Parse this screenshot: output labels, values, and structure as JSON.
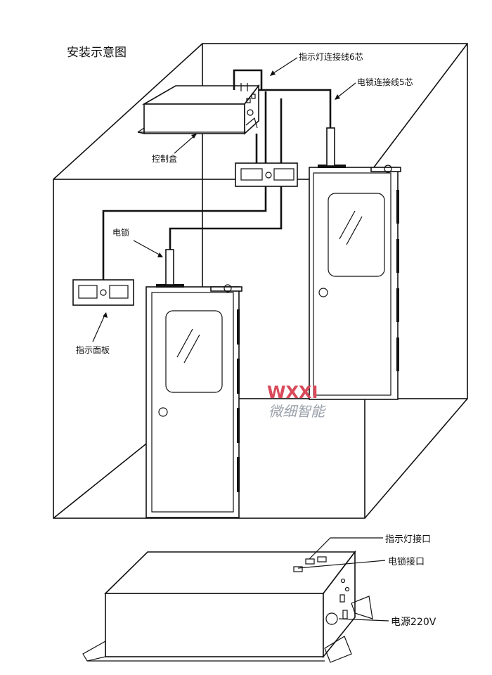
{
  "title": "安装示意图",
  "labels": {
    "indicator_cable": "指示灯连接线6芯",
    "lock_cable": "电锁连接线5芯",
    "control_box": "控制盒",
    "electric_lock": "电锁",
    "indicator_panel": "指示面板",
    "indicator_port": "指示灯接口",
    "lock_port": "电锁接口",
    "power": "电源220V"
  },
  "watermark": {
    "logo": "WXXI",
    "text": "微细智能",
    "color_logo": "#d94a5a",
    "color_text": "#9aa0aa"
  },
  "colors": {
    "line": "#111111",
    "background": "#ffffff"
  }
}
